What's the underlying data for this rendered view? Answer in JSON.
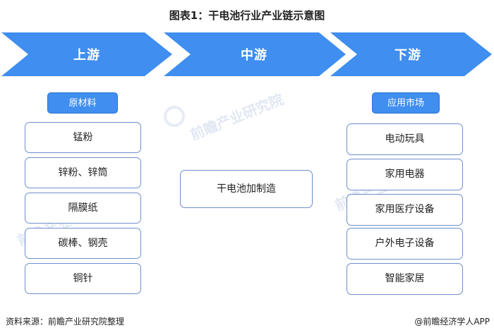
{
  "title": "图表1：干电池行业产业链示意图",
  "stages": [
    {
      "label": "上游"
    },
    {
      "label": "中游"
    },
    {
      "label": "下游"
    }
  ],
  "upstream": {
    "category": "原材料",
    "items": [
      "锰粉",
      "锌粉、锌筒",
      "隔膜纸",
      "碳棒、钢壳",
      "铜针"
    ]
  },
  "midstream": {
    "items": [
      "干电池加制造"
    ]
  },
  "downstream": {
    "category": "应用市场",
    "items": [
      "电动玩具",
      "家用电器",
      "家用医疗设备",
      "户外电子设备",
      "智能家居"
    ]
  },
  "footer": {
    "source": "资料来源：前瞻产业研究院整理",
    "credit": "@前瞻经济学人APP"
  },
  "watermark": "前瞻产业研究院",
  "colors": {
    "chevron": "#3f8ef0",
    "category_bg": "#3f8ef0",
    "box_border": "#6e8fcc"
  }
}
